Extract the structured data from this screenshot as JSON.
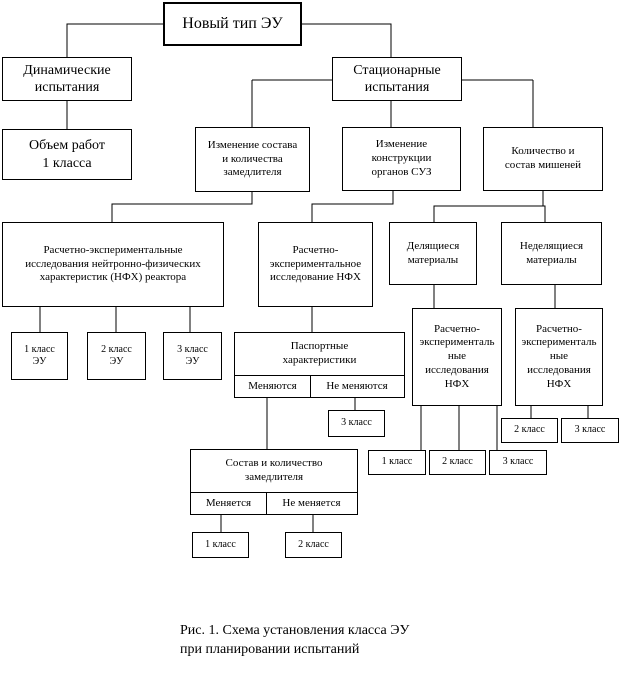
{
  "root": "Новый тип ЭУ",
  "dynamic": "Динамические\nиспытания",
  "dynamic_volume": "Объем работ\n1 класса",
  "stationary": "Стационарные\nиспытания",
  "moderator_change": "Изменение состава\nи количества\nзамедлителя",
  "control_change": "Изменение\nконструкции\nорганов СУЗ",
  "targets": "Количество и\nсостав мишеней",
  "reactor_research": "Расчетно-экспериментальные\nисследования нейтронно-физических\nхарактеристик (НФХ) реактора",
  "nfx_research": "Расчетно-\nэкспериментальное\nисследование НФХ",
  "fissile": "Делящиеся\nматериалы",
  "nonfissile": "Неделящиеся\nматериалы",
  "class1_eu": "1 класс\nЭУ",
  "class2_eu": "2 класс\nЭУ",
  "class3_eu": "3 класс\nЭУ",
  "passport": {
    "title": "Паспортные\nхарактеристики",
    "left": "Меняются",
    "right": "Не меняются"
  },
  "passport_class3": "3 класс",
  "moderator_box": {
    "title": "Состав и количество\nзамедлителя",
    "left": "Меняется",
    "right": "Не меняется"
  },
  "mod_class1": "1 класс",
  "mod_class2": "2 класс",
  "fissile_research": "Расчетно-\nэксперименталь\nные\nисследования\nНФХ",
  "nonfissile_research": "Расчетно-\nэксперименталь\nные\nисследования\nНФХ",
  "fissile_class1": "1 класс",
  "fissile_class2": "2 класс",
  "fissile_class3": "3 класс",
  "nonfissile_class2": "2 класс",
  "nonfissile_class3": "3 класс",
  "caption": "Рис. 1. Схема установления класса ЭУ\n     при планировании испытаний"
}
